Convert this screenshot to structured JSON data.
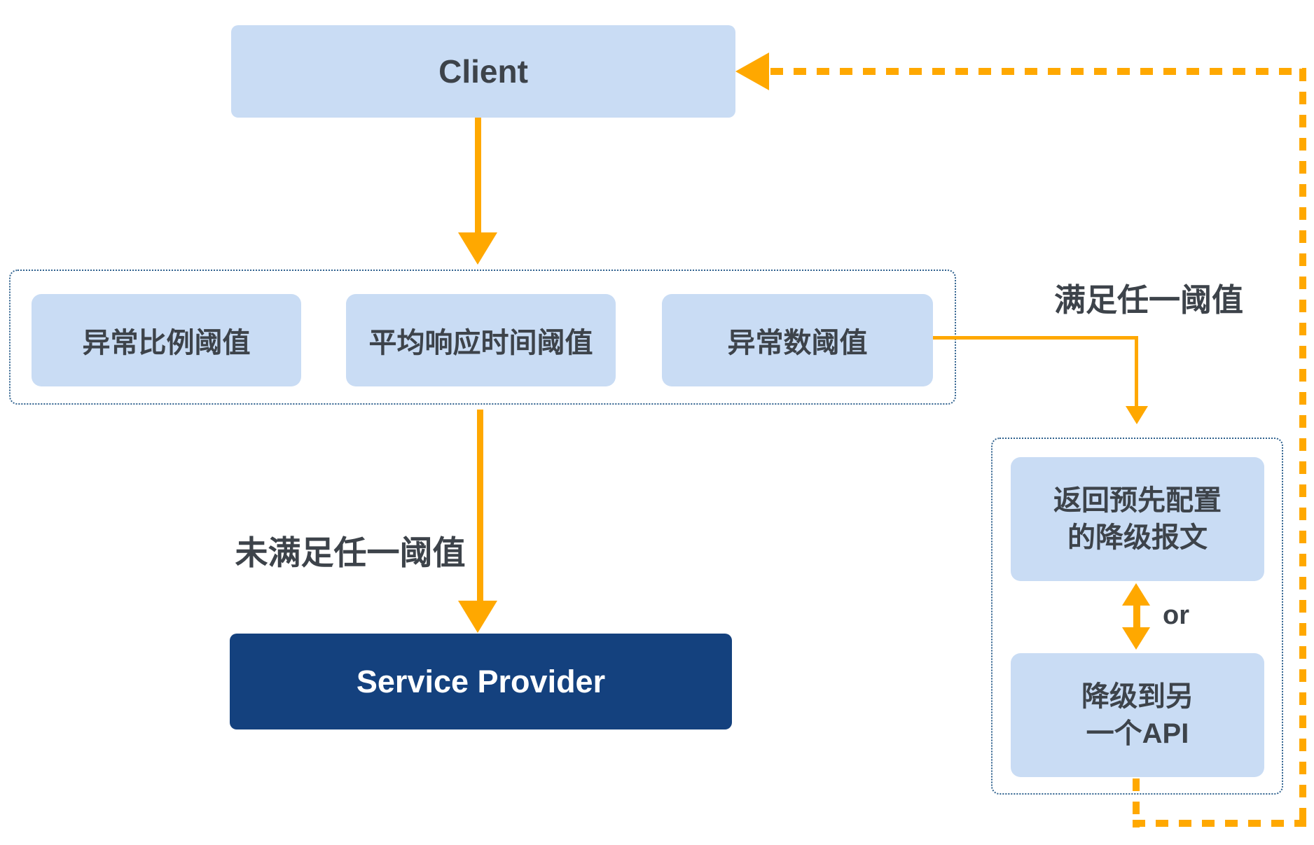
{
  "colors": {
    "box-blue": "#c9dcf4",
    "navy": "#14417e",
    "orange": "#FFA800",
    "border-blue": "#2f618e",
    "text-dark": "#3d434a",
    "text-light": "#ffffff"
  },
  "nodes": {
    "client": "Client",
    "service_provider": "Service Provider",
    "fallback_message_line1": "返回预先配置",
    "fallback_message_line2": "的降级报文",
    "fallback_api_line1": "降级到另",
    "fallback_api_line2": "一个API"
  },
  "thresholds": [
    {
      "label": "异常比例阈值"
    },
    {
      "label": "平均响应时间阈值"
    },
    {
      "label": "异常数阈值"
    }
  ],
  "labels": {
    "meet_any": "满足任一阈值",
    "not_meet_any": "未满足任一阈值",
    "or": "or"
  }
}
